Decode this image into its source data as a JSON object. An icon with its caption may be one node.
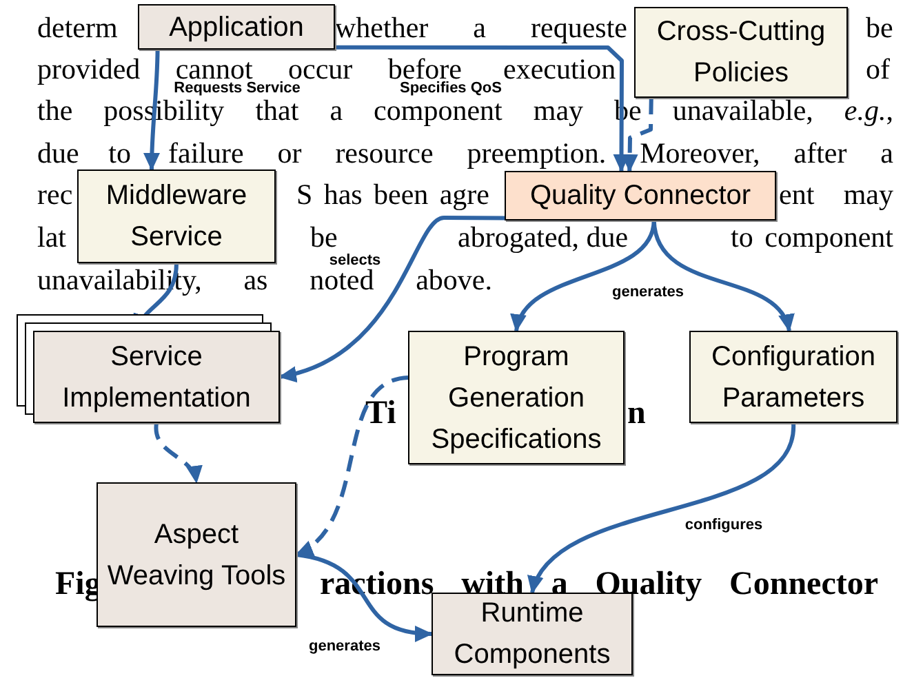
{
  "diagram": {
    "nodes": [
      {
        "text": [
          "Application"
        ]
      },
      {
        "text": [
          "Cross-Cutting Policies"
        ]
      },
      {
        "text": [
          "Middleware Service"
        ]
      },
      {
        "text": [
          "Quality Connector"
        ]
      },
      {
        "text": [
          "Service Implementation"
        ]
      },
      {
        "text": [
          "Program Generation Specifications"
        ]
      },
      {
        "text": [
          "Configuration Parameters"
        ]
      },
      {
        "text": [
          "Aspect Weaving Tools"
        ]
      },
      {
        "text": [
          "Runtime Components"
        ]
      }
    ],
    "edges": [
      {
        "from": 0,
        "to": 3,
        "arrow": "to",
        "label": "Specifies QoS"
      },
      {
        "from": 0,
        "to": 2,
        "arrow": "to",
        "label": "Requests Service"
      },
      {
        "from": 1,
        "to": 3,
        "arrow": "to",
        "style": "dashed"
      },
      {
        "from": 2,
        "to": 4,
        "arrow": "to"
      },
      {
        "from": 3,
        "to": 4,
        "arrow": "to",
        "label": "selects"
      },
      {
        "from": 3,
        "to": 5,
        "arrow": "to",
        "label": "generates"
      },
      {
        "from": 3,
        "to": 6,
        "arrow": "to"
      },
      {
        "from": 4,
        "to": 7,
        "arrow": "to",
        "style": "dashed"
      },
      {
        "from": 5,
        "to": 7,
        "arrow": "to",
        "style": "dashed"
      },
      {
        "from": 7,
        "to": 8,
        "arrow": "to",
        "label": "generates"
      },
      {
        "from": 6,
        "to": 8,
        "arrow": "to",
        "label": "configures"
      }
    ],
    "labels": [
      "determ",
      "whether a requeste",
      "be",
      "provided cannot occur before",
      "execution",
      "of",
      "the possibility that a component may be unavailable, *e.g.*,",
      "due to",
      "failure or resource preemption. Moreover, after a",
      "rec",
      "S has been agre",
      "ent may",
      "lat",
      "be",
      "abrogated, due",
      "to component",
      "unavailability, as noted above.",
      "Ti",
      "n",
      "Fig",
      "ractions with a Quality Connector"
    ]
  }
}
